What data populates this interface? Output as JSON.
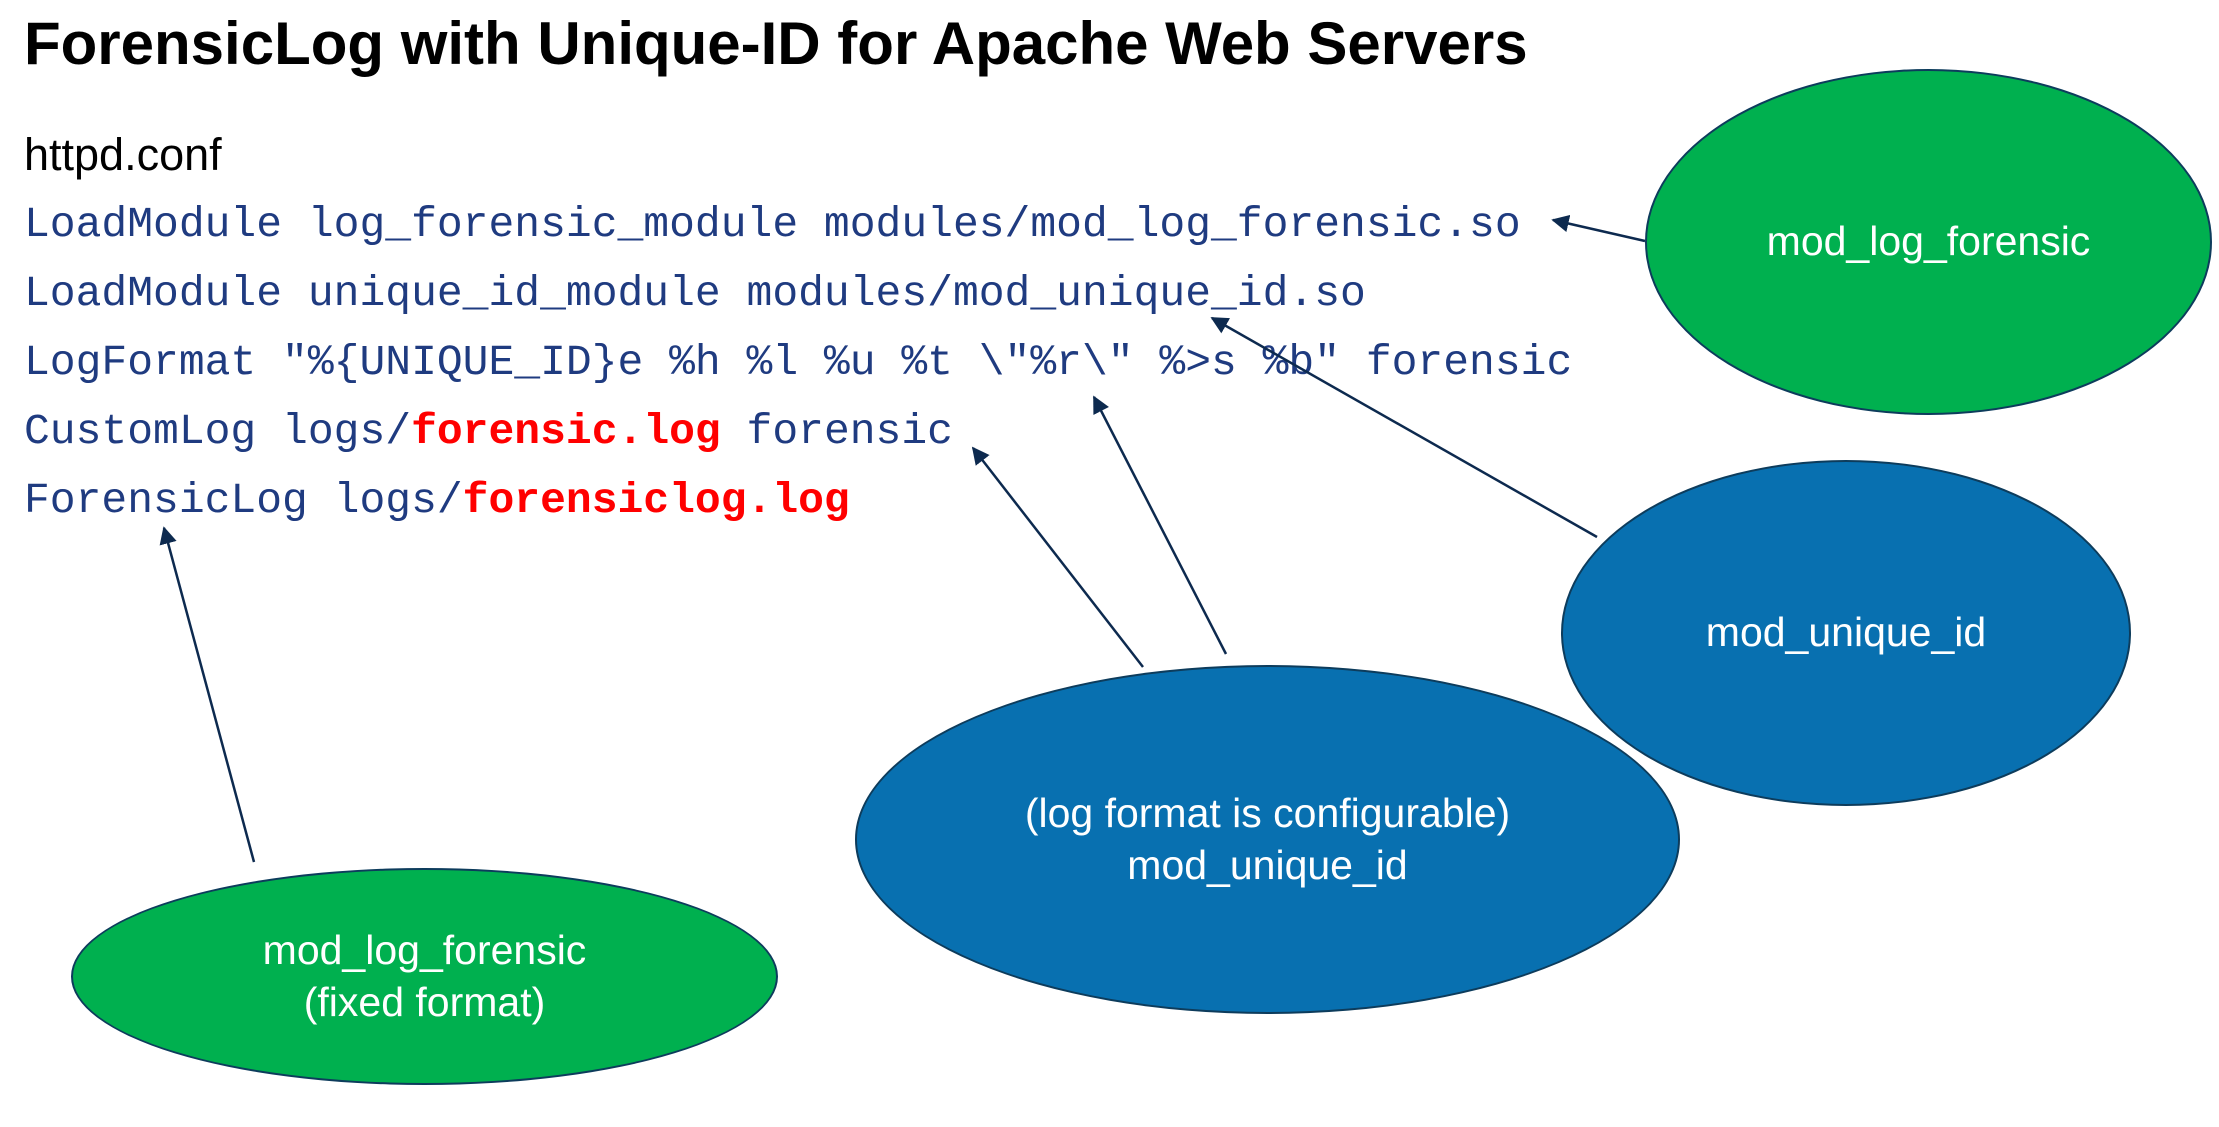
{
  "title": "ForensicLog with Unique-ID for Apache Web Servers",
  "config_file": "httpd.conf",
  "code": {
    "line1": "LoadModule log_forensic_module modules/mod_log_forensic.so",
    "line2": "LoadModule unique_id_module modules/mod_unique_id.so",
    "line3": "LogFormat \"%{UNIQUE_ID}e %h %l %u %t \\\"%r\\\" %>s %b\" forensic",
    "line4": {
      "pre": "CustomLog logs/",
      "highlight": "forensic.log",
      "post": " forensic"
    },
    "line5": {
      "pre": "ForensicLog logs/",
      "highlight": "forensiclog.log"
    }
  },
  "callouts": {
    "mod_log_forensic_top": "mod_log_forensic",
    "mod_unique_id_right": "mod_unique_id",
    "configurable": {
      "line1": "(log format is configurable)",
      "line2": "mod_unique_id"
    },
    "fixed": {
      "line1": "mod_log_forensic",
      "line2": "(fixed format)"
    }
  },
  "colors": {
    "code_text": "#1f3b80",
    "highlight": "#ff0000",
    "green_callout": "#00b04f",
    "blue_callout": "#0870b0",
    "arrow": "#0d2a4f"
  }
}
